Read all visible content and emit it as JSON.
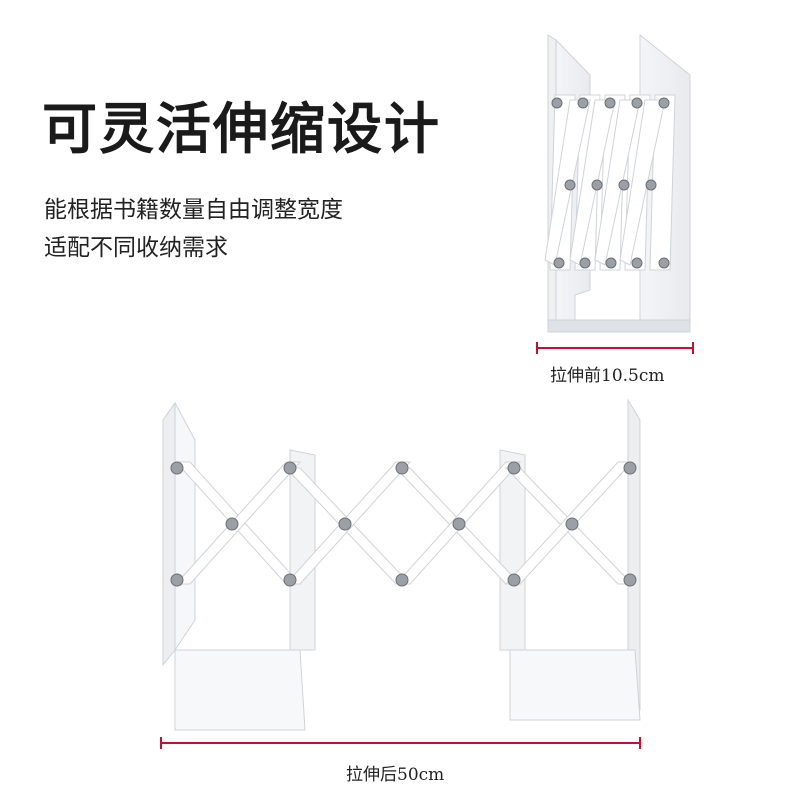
{
  "headline": "可灵活伸缩设计",
  "description": {
    "line1": "能根据书籍数量自由调整宽度",
    "line2": "适配不同收纳需求"
  },
  "measurements": {
    "before_label": "拉伸前10.5cm",
    "after_label": "拉伸后50cm"
  },
  "colors": {
    "measure_line": "#c8102e",
    "product": "#ffffff",
    "product_edge": "#cfd3d8",
    "rivet": "#9aa0a6"
  },
  "icons": [
    "bookend-collapsed-photo",
    "bookend-extended-photo"
  ]
}
